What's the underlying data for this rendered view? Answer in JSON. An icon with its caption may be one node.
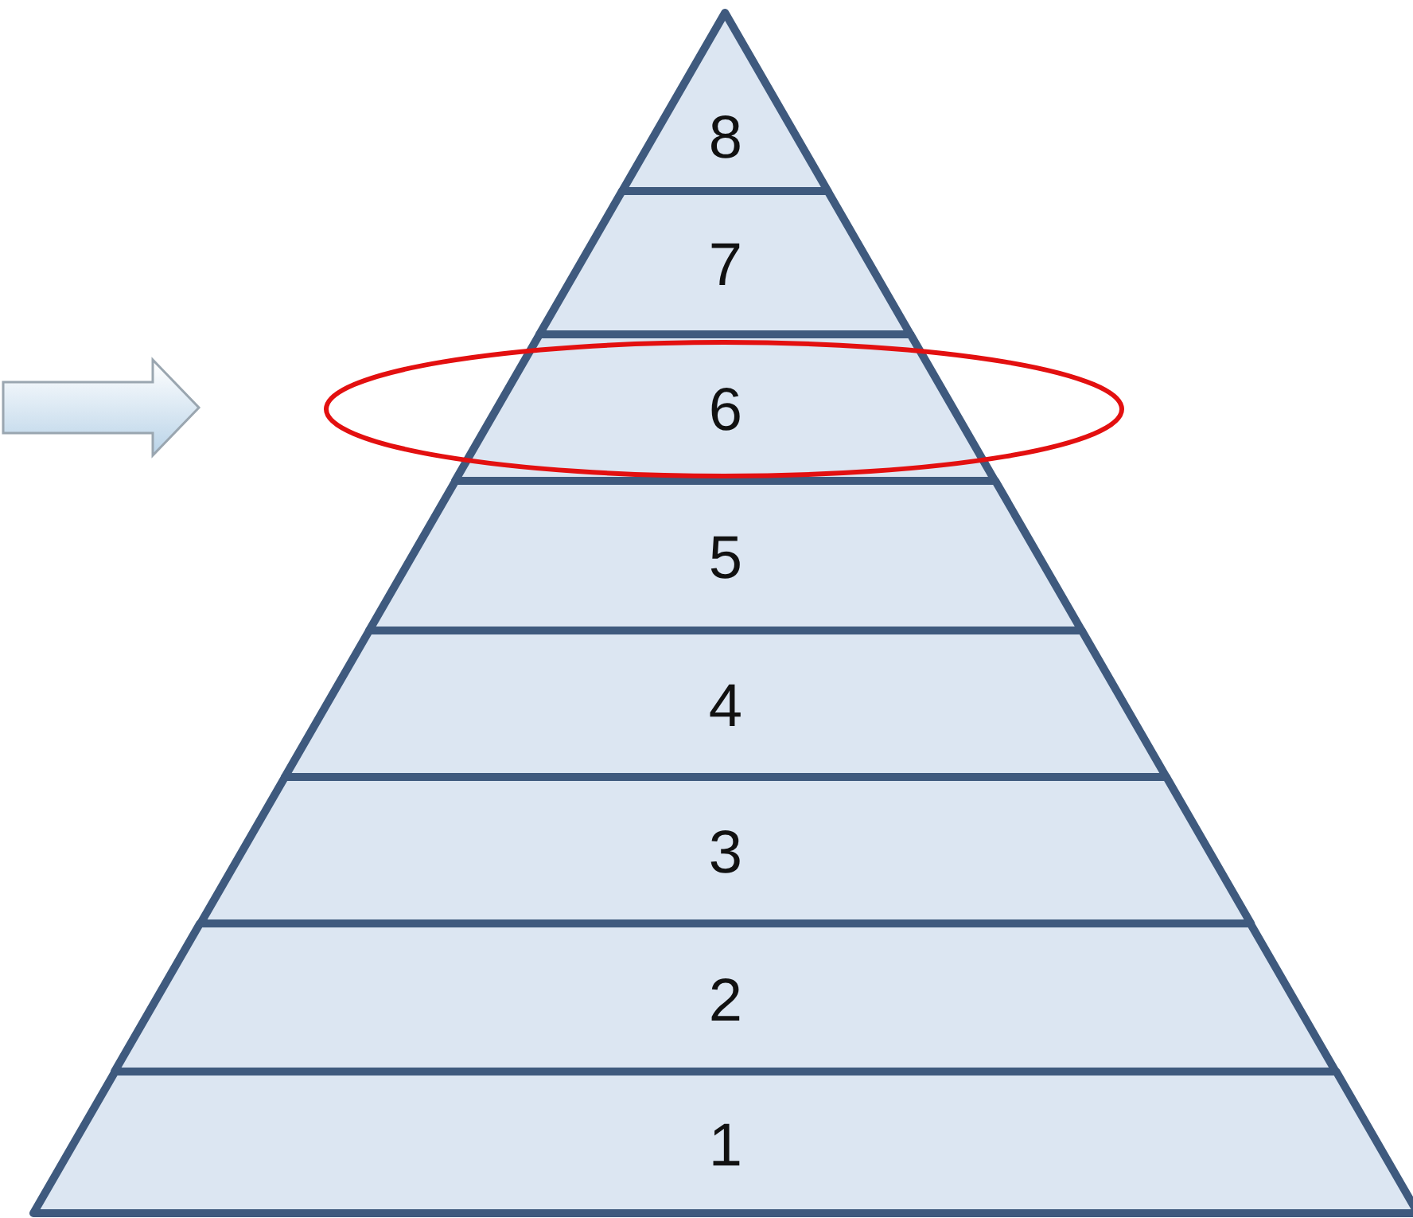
{
  "diagram": {
    "nodes": [
      {
        "text": [
          "8"
        ]
      },
      {
        "text": [
          "7"
        ]
      },
      {
        "text": [
          "6"
        ]
      },
      {
        "text": [
          "5"
        ]
      },
      {
        "text": [
          "4"
        ]
      },
      {
        "text": [
          "3"
        ]
      },
      {
        "text": [
          "2"
        ]
      },
      {
        "text": [
          "1"
        ]
      }
    ]
  }
}
